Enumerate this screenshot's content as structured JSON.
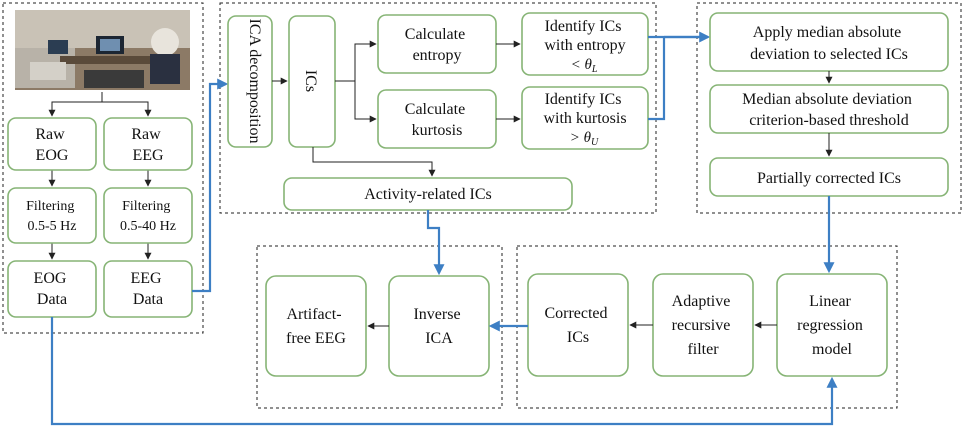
{
  "photo": {
    "icon": "eeg-recording-session-photo"
  },
  "nodes": {
    "raw_eog": [
      "Raw",
      "EOG"
    ],
    "raw_eeg": [
      "Raw",
      "EEG"
    ],
    "filter_eog": [
      "Filtering",
      "0.5-5 Hz"
    ],
    "filter_eeg": [
      "Filtering",
      "0.5-40 Hz"
    ],
    "eog_data": [
      "EOG",
      "Data"
    ],
    "eeg_data": [
      "EEG",
      "Data"
    ],
    "ica_decomposition": "ICA decomposition",
    "ics": "ICs",
    "calc_entropy": [
      "Calculate",
      "entropy"
    ],
    "calc_kurtosis": [
      "Calculate",
      "kurtosis"
    ],
    "identify_entropy": [
      "Identify ICs",
      "with entropy",
      "< θ",
      "L"
    ],
    "identify_kurtosis": [
      "Identify ICs",
      "with kurtosis",
      "> θ",
      "U"
    ],
    "activity_ics": "Activity-related ICs",
    "apply_mad": [
      "Apply median absolute",
      "deviation to selected ICs"
    ],
    "mad_threshold": [
      "Median absolute deviation",
      "criterion-based threshold"
    ],
    "partial_ics": "Partially corrected ICs",
    "linear_regression": [
      "Linear",
      "regression",
      "model"
    ],
    "adaptive_filter": [
      "Adaptive",
      "recursive",
      "filter"
    ],
    "corrected_ics": [
      "Corrected",
      "ICs"
    ],
    "inverse_ica": [
      "Inverse",
      "ICA"
    ],
    "artifact_free": [
      "Artifact-",
      "free EEG"
    ]
  }
}
